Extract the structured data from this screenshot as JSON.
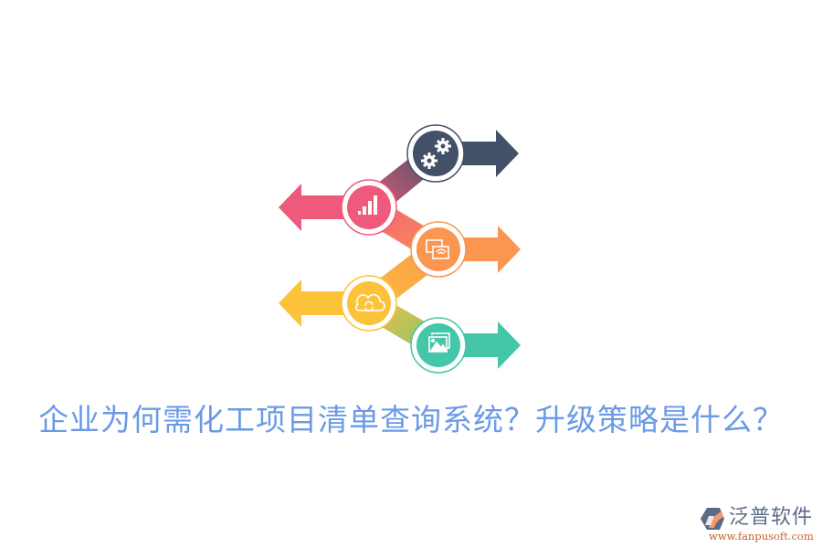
{
  "title": "企业为何需化工项目清单查询系统？升级策略是什么？",
  "colors": {
    "title": "#6a9ae6",
    "gear_step": "#425068",
    "chart_step": "#ef5a7c",
    "cast_step": "#fa9650",
    "cloud_step": "#fcc23a",
    "image_step": "#45c6a8"
  },
  "steps": [
    {
      "icon": "gears-icon",
      "direction": "right",
      "color": "#425068"
    },
    {
      "icon": "bar-chart-icon",
      "direction": "left",
      "color": "#ef5a7c"
    },
    {
      "icon": "screen-cast-icon",
      "direction": "right",
      "color": "#fa9650"
    },
    {
      "icon": "cloud-sync-icon",
      "direction": "left",
      "color": "#fcc23a"
    },
    {
      "icon": "image-gallery-icon",
      "direction": "right",
      "color": "#45c6a8"
    }
  ],
  "logo": {
    "name": "泛普软件",
    "url": "www.fanpusoft.com"
  }
}
